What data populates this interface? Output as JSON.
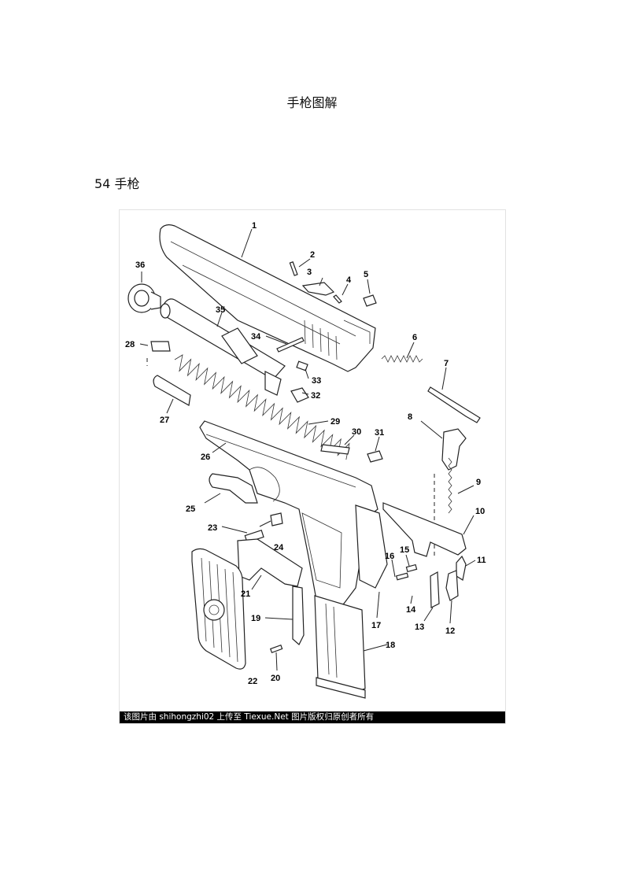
{
  "page": {
    "title": "手枪图解",
    "section_heading": "54 手枪"
  },
  "figure": {
    "part_numbers": [
      "1",
      "2",
      "3",
      "4",
      "5",
      "6",
      "7",
      "8",
      "9",
      "10",
      "11",
      "12",
      "13",
      "14",
      "15",
      "16",
      "17",
      "18",
      "19",
      "20",
      "21",
      "22",
      "23",
      "24",
      "25",
      "26",
      "27",
      "28",
      "29",
      "30",
      "31",
      "32",
      "33",
      "34",
      "35",
      "36"
    ],
    "caption": "该图片由 shihongzhi02 上传至 Tiexue.Net 图片版权归原创者所有"
  }
}
